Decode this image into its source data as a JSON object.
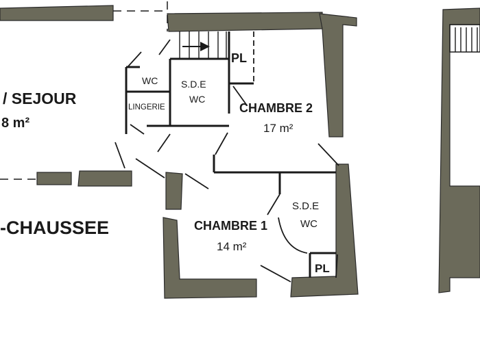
{
  "colors": {
    "wall": "#6b6a5a",
    "line": "#1a1a1a",
    "background": "#ffffff"
  },
  "rooms": {
    "sejour_name": "/ SEJOUR",
    "sejour_area": "8 m²",
    "wc": "WC",
    "lingerie": "LINGERIE",
    "sde_top_name": "S.D.E",
    "sde_top_wc": "WC",
    "pl_top": "PL",
    "chambre2_name": "CHAMBRE 2",
    "chambre2_area": "17 m²",
    "chambre1_name": "CHAMBRE 1",
    "chambre1_area": "14 m²",
    "sde_right_name": "S.D.E",
    "sde_right_wc": "WC",
    "pl_bottom": "PL"
  },
  "level_label": "-CHAUSSEE",
  "icons": {
    "stair_direction": "arrow-right-icon"
  }
}
